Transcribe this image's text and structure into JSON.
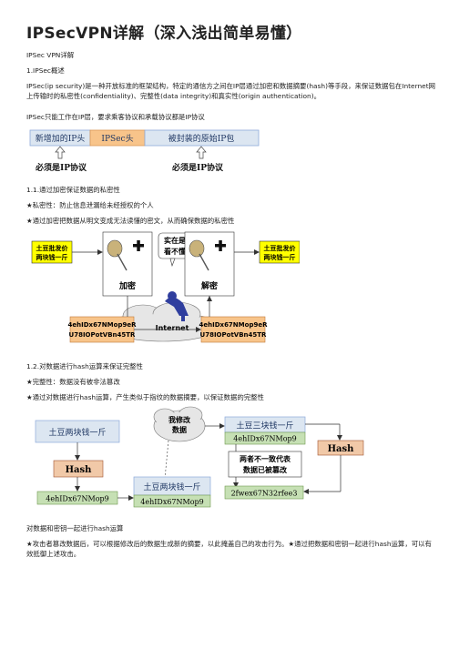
{
  "title": "IPSecVPN详解（深入浅出简单易懂）",
  "line_intro": "IPSec VPN详解",
  "section_1": "1.IPSec概述",
  "para_1": "IPSec(ip security)是一种开放标准的框架结构，特定的通信方之间在IP层通过加密和数据摘要(hash)等手段，来保证数据包在Internet网上传输时的私密性(confidentiality)、完整性(data integrity)和真实性(origin authentication)。",
  "para_2": "IPSec只能工作在IP层，要求乘客协议和承载协议都是IP协议",
  "fig1": {
    "box_newip": "新增加的IP头",
    "box_ipsec": "IPSec头",
    "box_orig": "被封装的原始IP包",
    "note_left": "必须是IP协议",
    "note_right": "必须是IP协议"
  },
  "section_1_1": "1.1.通过加密保证数据的私密性",
  "bullet_1_1a": "★私密性：防止信息泄漏给未经授权的个人",
  "bullet_1_1b": "★通过加密把数据从明文变成无法读懂的密文，从而确保数据的私密性",
  "fig2": {
    "left_box_l1": "土豆批发价",
    "left_box_l2": "两块钱一斤",
    "right_box_l1": "土豆批发价",
    "right_box_l2": "两块钱一斤",
    "encrypt_label": "加密",
    "decrypt_label": "解密",
    "bubble_l1": "实在是",
    "bubble_l2": "看不懂",
    "cipher_l1": "4ehIDx67NMop9eR",
    "cipher_l2": "U78IOPotVBn45TR",
    "cloud_label": "Internet"
  },
  "section_1_2": "1.2.对数据进行hash运算来保证完整性",
  "bullet_1_2a": "★完整性：数据没有被非法篡改",
  "bullet_1_2b": "★通过对数据进行hash运算，产生类似于指纹的数据摘要，以保证数据的完整性",
  "fig3": {
    "src_text": "土豆两块钱一斤",
    "hash_left": "Hash",
    "digest_left": "4ehIDx67NMop9",
    "bubble_l1": "我修改",
    "bubble_l2": "数据",
    "mid_text": "土豆两块钱一斤",
    "mid_digest": "4ehIDx67NMop9",
    "right_text": "土豆三块钱一斤",
    "right_digest": "4ehIDx67NMop9",
    "hash_right": "Hash",
    "mismatch_l1": "两者不一致代表",
    "mismatch_l2": "数据已被篡改",
    "new_digest": "2fwex67N32rfee3"
  },
  "caption_3": "对数据和密钥一起进行hash运算",
  "para_last": "★攻击者篡改数据后，可以根据修改后的数据生成新的摘要，以此掩盖自己的攻击行为。★通过把数据和密钥一起进行hash运算，可以有效抵御上述攻击。",
  "colors": {
    "box_blue": "#dce6f1",
    "box_orange": "#f8c48a",
    "box_yellow": "#ffff00",
    "box_green": "#c6e0b4",
    "cloud_gray": "#e6e6e6",
    "hash_tan": "#f1c9a8"
  }
}
